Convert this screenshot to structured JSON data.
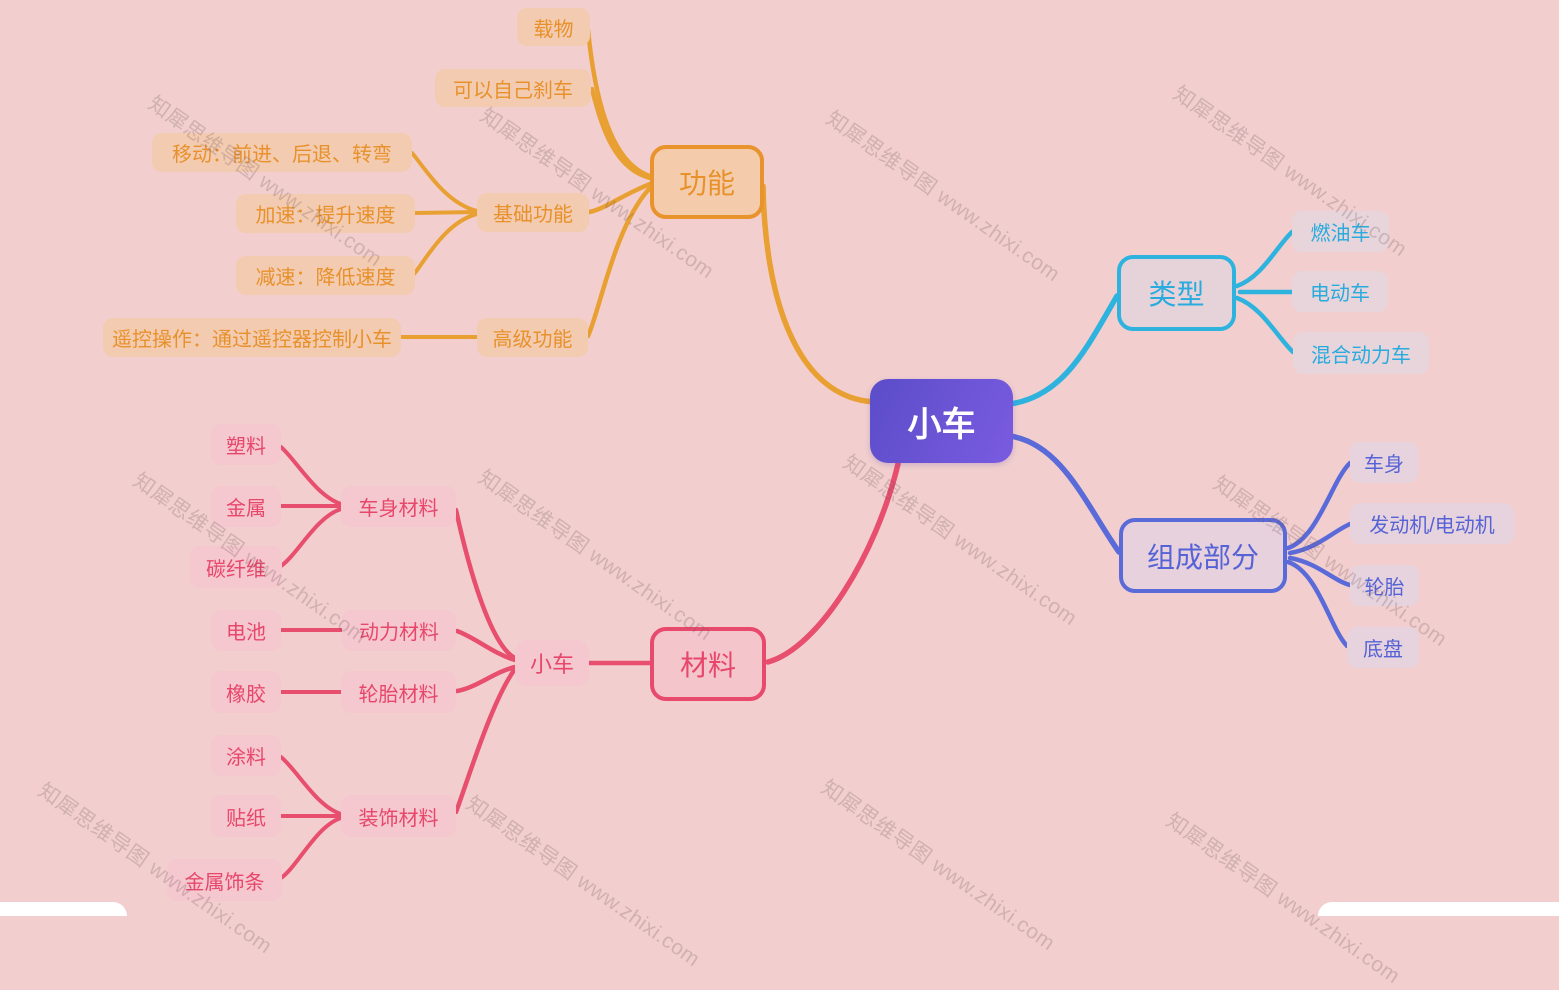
{
  "app": {
    "watermark": "知犀思维导图 www.zhixi.com"
  },
  "colors": {
    "background": "#F2CFCE",
    "root_gradient_start": "#5B4DC9",
    "root_gradient_end": "#7A5BE0",
    "branch_function": "#E8912B",
    "branch_type": "#29ABDE",
    "branch_components": "#5663D6",
    "branch_materials": "#E8476C"
  },
  "mindmap": {
    "root": {
      "label": "小车"
    },
    "branches": [
      {
        "label": "功能",
        "children": [
          {
            "label": "载物"
          },
          {
            "label": "可以自己刹车"
          },
          {
            "label": "基础功能",
            "children": [
              {
                "label": "移动：前进、后退、转弯"
              },
              {
                "label": "加速：提升速度"
              },
              {
                "label": "减速：降低速度"
              }
            ]
          },
          {
            "label": "高级功能",
            "children": [
              {
                "label": "遥控操作：通过遥控器控制小车"
              }
            ]
          }
        ]
      },
      {
        "label": "类型",
        "children": [
          {
            "label": "燃油车"
          },
          {
            "label": "电动车"
          },
          {
            "label": "混合动力车"
          }
        ]
      },
      {
        "label": "组成部分",
        "children": [
          {
            "label": "车身"
          },
          {
            "label": "发动机/电动机"
          },
          {
            "label": "轮胎"
          },
          {
            "label": "底盘"
          }
        ]
      },
      {
        "label": "材料",
        "children": [
          {
            "label": "小车",
            "children": [
              {
                "label": "车身材料",
                "children": [
                  {
                    "label": "塑料"
                  },
                  {
                    "label": "金属"
                  },
                  {
                    "label": "碳纤维"
                  }
                ]
              },
              {
                "label": "动力材料",
                "children": [
                  {
                    "label": "电池"
                  }
                ]
              },
              {
                "label": "轮胎材料",
                "children": [
                  {
                    "label": "橡胶"
                  }
                ]
              },
              {
                "label": "装饰材料",
                "children": [
                  {
                    "label": "涂料"
                  },
                  {
                    "label": "贴纸"
                  },
                  {
                    "label": "金属饰条"
                  }
                ]
              }
            ]
          }
        ]
      }
    ]
  }
}
